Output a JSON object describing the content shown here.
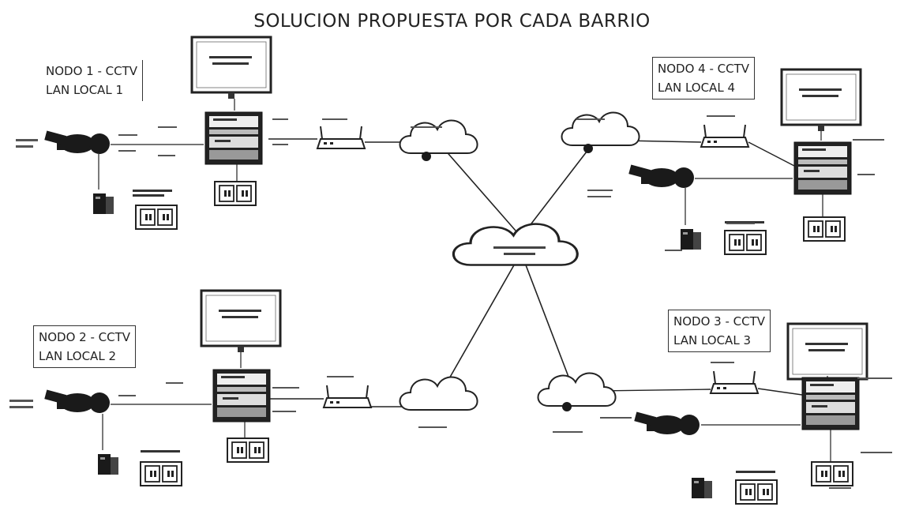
{
  "title": "SOLUCION PROPUESTA POR CADA BARRIO",
  "nodes": [
    {
      "id": "nodo1",
      "line1": "NODO 1 - CCTV",
      "line2": "LAN LOCAL 1"
    },
    {
      "id": "nodo4",
      "line1": "NODO 4 - CCTV",
      "line2": "LAN LOCAL 4"
    },
    {
      "id": "nodo2",
      "line1": "NODO 2 - CCTV",
      "line2": "LAN LOCAL 2"
    },
    {
      "id": "nodo3",
      "line1": "NODO 3 - CCTV",
      "line2": "LAN LOCAL 3"
    }
  ],
  "colors": {
    "ink": "#111111",
    "line": "#222222",
    "device": "#1a1a1a",
    "screen": "#ffffff"
  },
  "icons": [
    "cloud-icon",
    "monitor-icon",
    "nvr-icon",
    "router-icon",
    "camera-icon",
    "ups-icon",
    "outlet-icon"
  ]
}
